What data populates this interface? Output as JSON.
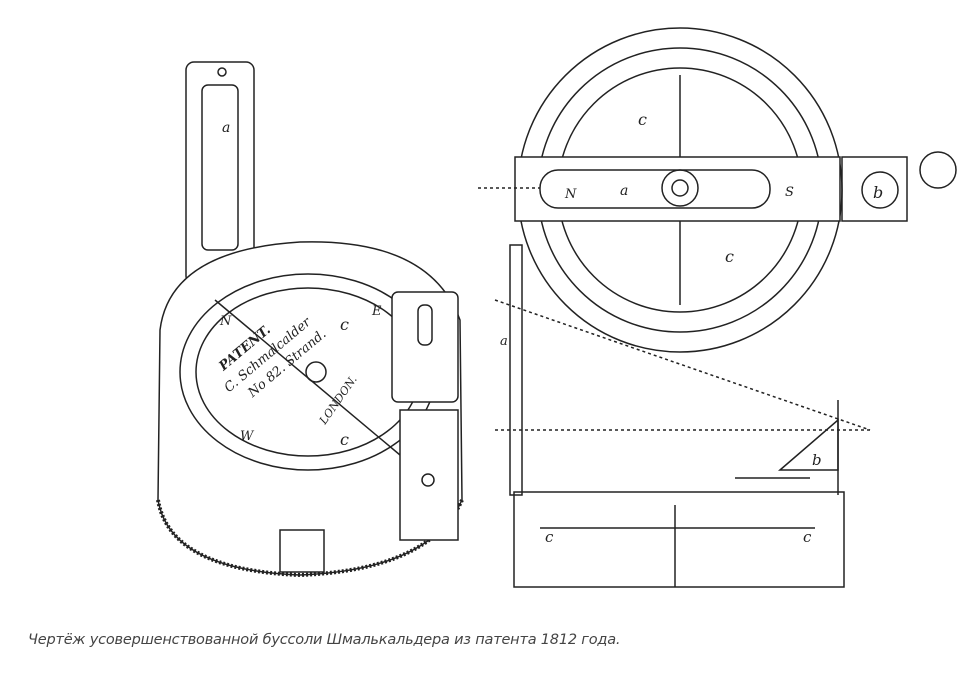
{
  "figure": {
    "labels": {
      "patent": "PATENT.",
      "maker": "C. Schmalcalder",
      "address": "No 82. Strand.",
      "city": "LONDON.",
      "a": "a",
      "b": "b",
      "c": "c",
      "N": "N",
      "E": "E",
      "S": "S",
      "W": "W"
    }
  },
  "caption": "Чертёж усовершенствованной буссоли Шмалькальдера из патента 1812 года."
}
